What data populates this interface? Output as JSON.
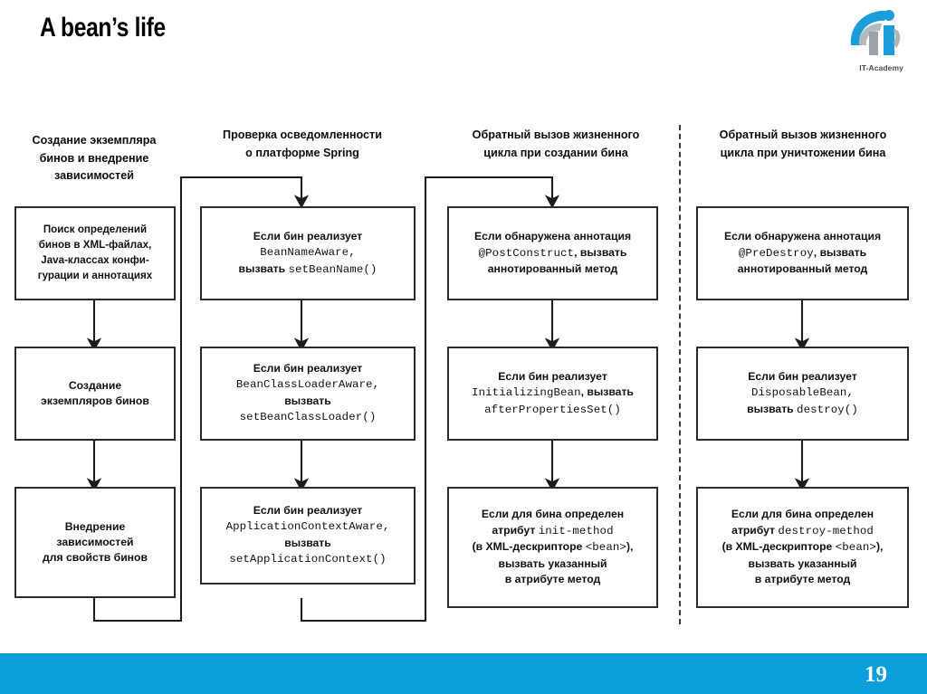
{
  "slide": {
    "title": "A bean’s life",
    "page_number": "19",
    "footer_color": "#0c9ddb"
  },
  "logo": {
    "name": "it-academy-logo",
    "caption": "IT-Academy",
    "primary_color": "#1b9dd9",
    "secondary_color": "#9aa3a8"
  },
  "columns": [
    {
      "id": "creation",
      "header": "Создание экземпляра\nбинов и внедрение\nзависимостей",
      "nodes": [
        {
          "id": "find-definitions",
          "lines": [
            [
              {
                "t": "Поиск определений",
                "k": "text"
              }
            ],
            [
              {
                "t": "бинов в XML-файлах,",
                "k": "text"
              }
            ],
            [
              {
                "t": "Java-классах конфи-",
                "k": "text"
              }
            ],
            [
              {
                "t": "гурации и аннотациях",
                "k": "text"
              }
            ]
          ]
        },
        {
          "id": "instantiate-beans",
          "lines": [
            [
              {
                "t": "Создание",
                "k": "text"
              }
            ],
            [
              {
                "t": "экземпляров бинов",
                "k": "text"
              }
            ]
          ]
        },
        {
          "id": "inject-dependencies",
          "lines": [
            [
              {
                "t": "Внедрение",
                "k": "text"
              }
            ],
            [
              {
                "t": "зависимостей",
                "k": "text"
              }
            ],
            [
              {
                "t": "для свойств бинов",
                "k": "text"
              }
            ]
          ]
        }
      ]
    },
    {
      "id": "awareness",
      "header": "Проверка осведомленности\nо платформе Spring",
      "nodes": [
        {
          "id": "bean-name-aware",
          "lines": [
            [
              {
                "t": "Если бин реализует",
                "k": "text"
              }
            ],
            [
              {
                "t": "BeanNameAware,",
                "k": "code"
              }
            ],
            [
              {
                "t": "вызвать ",
                "k": "text"
              },
              {
                "t": "setBeanName()",
                "k": "code"
              }
            ]
          ]
        },
        {
          "id": "bean-class-loader-aware",
          "lines": [
            [
              {
                "t": "Если бин реализует",
                "k": "text"
              }
            ],
            [
              {
                "t": "BeanClassLoaderAware,",
                "k": "code"
              }
            ],
            [
              {
                "t": "вызвать",
                "k": "text"
              }
            ],
            [
              {
                "t": "setBeanClassLoader()",
                "k": "code"
              }
            ]
          ]
        },
        {
          "id": "application-context-aware",
          "lines": [
            [
              {
                "t": "Если бин реализует",
                "k": "text"
              }
            ],
            [
              {
                "t": "ApplicationContextAware,",
                "k": "code"
              }
            ],
            [
              {
                "t": "вызвать",
                "k": "text"
              }
            ],
            [
              {
                "t": "setApplicationContext()",
                "k": "code"
              }
            ]
          ]
        }
      ]
    },
    {
      "id": "init-callbacks",
      "header": "Обратный вызов жизненного\nцикла при создании бина",
      "nodes": [
        {
          "id": "post-construct",
          "lines": [
            [
              {
                "t": "Если обнаружена аннотация",
                "k": "text"
              }
            ],
            [
              {
                "t": "@PostConstruct",
                "k": "code"
              },
              {
                "t": ", вызвать",
                "k": "text"
              }
            ],
            [
              {
                "t": "аннотированный метод",
                "k": "text"
              }
            ]
          ]
        },
        {
          "id": "initializing-bean",
          "lines": [
            [
              {
                "t": "Если бин реализует",
                "k": "text"
              }
            ],
            [
              {
                "t": "InitializingBean",
                "k": "code"
              },
              {
                "t": ", вызвать",
                "k": "text"
              }
            ],
            [
              {
                "t": "afterPropertiesSet()",
                "k": "code"
              }
            ]
          ]
        },
        {
          "id": "init-method-attribute",
          "lines": [
            [
              {
                "t": "Если для бина определен",
                "k": "text"
              }
            ],
            [
              {
                "t": "атрибут ",
                "k": "text"
              },
              {
                "t": "init-method",
                "k": "code"
              }
            ],
            [
              {
                "t": "(в XML-дескрипторе ",
                "k": "text"
              },
              {
                "t": "<bean>",
                "k": "code"
              },
              {
                "t": "),",
                "k": "text"
              }
            ],
            [
              {
                "t": "вызвать указанный",
                "k": "text"
              }
            ],
            [
              {
                "t": "в атрибуте метод",
                "k": "text"
              }
            ]
          ]
        }
      ]
    },
    {
      "id": "destroy-callbacks",
      "header": "Обратный вызов жизненного\nцикла при уничтожении бина",
      "nodes": [
        {
          "id": "pre-destroy",
          "lines": [
            [
              {
                "t": "Если обнаружена аннотация",
                "k": "text"
              }
            ],
            [
              {
                "t": "@PreDestroy",
                "k": "code"
              },
              {
                "t": ", вызвать",
                "k": "text"
              }
            ],
            [
              {
                "t": "аннотированный метод",
                "k": "text"
              }
            ]
          ]
        },
        {
          "id": "disposable-bean",
          "lines": [
            [
              {
                "t": "Если бин реализует",
                "k": "text"
              }
            ],
            [
              {
                "t": "DisposableBean,",
                "k": "code"
              }
            ],
            [
              {
                "t": "вызвать ",
                "k": "text"
              },
              {
                "t": "destroy()",
                "k": "code"
              }
            ]
          ]
        },
        {
          "id": "destroy-method-attribute",
          "lines": [
            [
              {
                "t": "Если для бина определен",
                "k": "text"
              }
            ],
            [
              {
                "t": "атрибут ",
                "k": "text"
              },
              {
                "t": "destroy-method",
                "k": "code"
              }
            ],
            [
              {
                "t": "(в XML-дескрипторе ",
                "k": "text"
              },
              {
                "t": "<bean>",
                "k": "code"
              },
              {
                "t": "),",
                "k": "text"
              }
            ],
            [
              {
                "t": "вызвать указанный",
                "k": "text"
              }
            ],
            [
              {
                "t": "в атрибуте метод",
                "k": "text"
              }
            ]
          ]
        }
      ]
    }
  ],
  "divider": {
    "style": "dashed",
    "color": "#3a3a3a"
  }
}
